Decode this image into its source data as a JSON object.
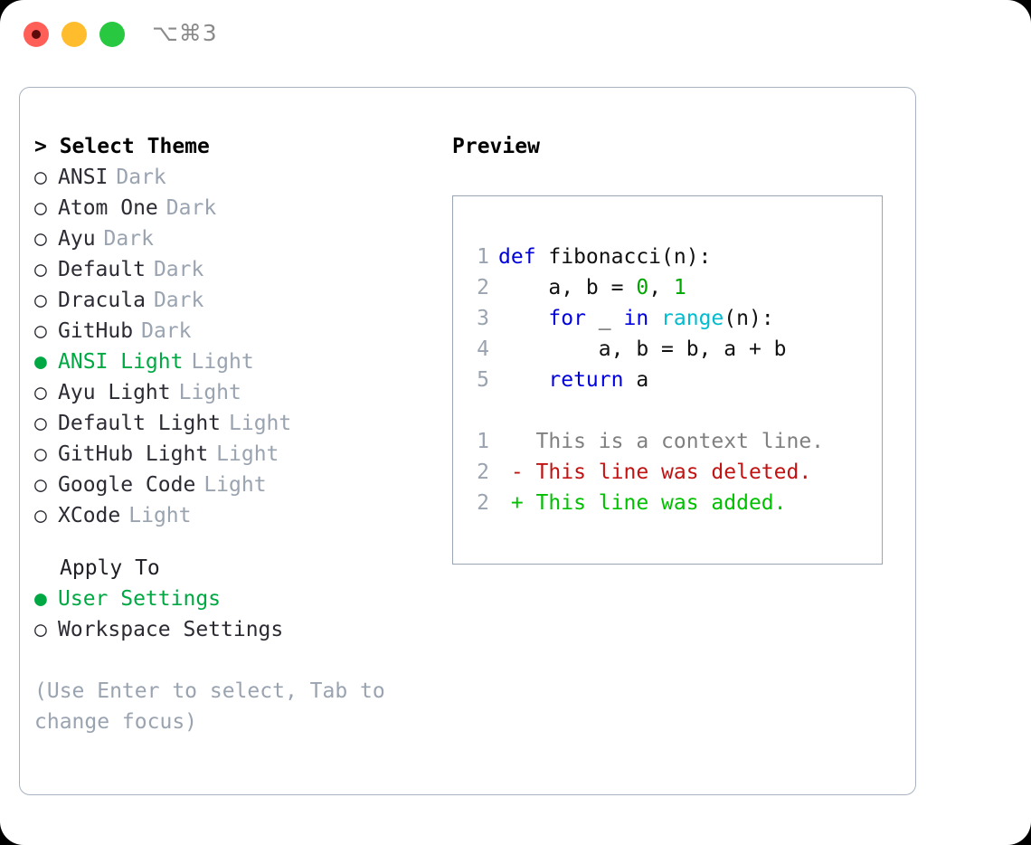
{
  "titlebar": {
    "shortcut": "⌥⌘3",
    "lights": [
      {
        "name": "close",
        "color": "#ff5f57"
      },
      {
        "name": "minimize",
        "color": "#ffbd2e"
      },
      {
        "name": "zoom",
        "color": "#28c840"
      }
    ]
  },
  "theme_picker": {
    "header": "> Select Theme",
    "bullet_on": "●",
    "bullet_off": "○",
    "items": [
      {
        "label": "ANSI",
        "suffix": "Dark",
        "selected": false
      },
      {
        "label": "Atom One",
        "suffix": "Dark",
        "selected": false
      },
      {
        "label": "Ayu",
        "suffix": "Dark",
        "selected": false
      },
      {
        "label": "Default",
        "suffix": "Dark",
        "selected": false
      },
      {
        "label": "Dracula",
        "suffix": "Dark",
        "selected": false
      },
      {
        "label": "GitHub",
        "suffix": "Dark",
        "selected": false
      },
      {
        "label": "ANSI Light",
        "suffix": "Light",
        "selected": true
      },
      {
        "label": "Ayu Light",
        "suffix": "Light",
        "selected": false
      },
      {
        "label": "Default Light",
        "suffix": "Light",
        "selected": false
      },
      {
        "label": "GitHub Light",
        "suffix": "Light",
        "selected": false
      },
      {
        "label": "Google Code",
        "suffix": "Light",
        "selected": false
      },
      {
        "label": "XCode",
        "suffix": "Light",
        "selected": false
      }
    ]
  },
  "apply_to": {
    "label": "Apply To",
    "options": [
      {
        "label": "User Settings",
        "selected": true
      },
      {
        "label": "Workspace Settings",
        "selected": false
      }
    ]
  },
  "hint": "(Use Enter to select, Tab to change focus)",
  "preview": {
    "title": "Preview",
    "code_lines": [
      {
        "num": "1",
        "tokens": [
          {
            "t": "def",
            "c": "kw"
          },
          {
            "t": " fibonacci(n):",
            "c": "fn"
          }
        ]
      },
      {
        "num": "2",
        "tokens": [
          {
            "t": "    a, b = ",
            "c": "plain"
          },
          {
            "t": "0",
            "c": "num"
          },
          {
            "t": ", ",
            "c": "plain"
          },
          {
            "t": "1",
            "c": "num"
          }
        ]
      },
      {
        "num": "3",
        "tokens": [
          {
            "t": "    ",
            "c": "plain"
          },
          {
            "t": "for",
            "c": "kw"
          },
          {
            "t": " _ ",
            "c": "plain"
          },
          {
            "t": "in",
            "c": "kw"
          },
          {
            "t": " ",
            "c": "plain"
          },
          {
            "t": "range",
            "c": "builtin"
          },
          {
            "t": "(n):",
            "c": "plain"
          }
        ]
      },
      {
        "num": "4",
        "tokens": [
          {
            "t": "        a, b = b, a + b",
            "c": "plain"
          }
        ]
      },
      {
        "num": "5",
        "tokens": [
          {
            "t": "    ",
            "c": "plain"
          },
          {
            "t": "return",
            "c": "kw"
          },
          {
            "t": " a",
            "c": "plain"
          }
        ]
      }
    ],
    "diff_lines": [
      {
        "num": "1",
        "marker": "  ",
        "text": "This is a context line.",
        "kind": "ctx"
      },
      {
        "num": "2",
        "marker": "- ",
        "text": "This line was deleted.",
        "kind": "del"
      },
      {
        "num": "2",
        "marker": "+ ",
        "text": "This line was added.",
        "kind": "add"
      }
    ]
  },
  "colors": {
    "accent_green": "#00a843",
    "muted": "#9aa3b0",
    "keyword": "#0000dd",
    "number": "#00a600",
    "builtin": "#00bcd0",
    "deleted": "#c21313",
    "added": "#00c000",
    "border": "#a8b2c1"
  }
}
